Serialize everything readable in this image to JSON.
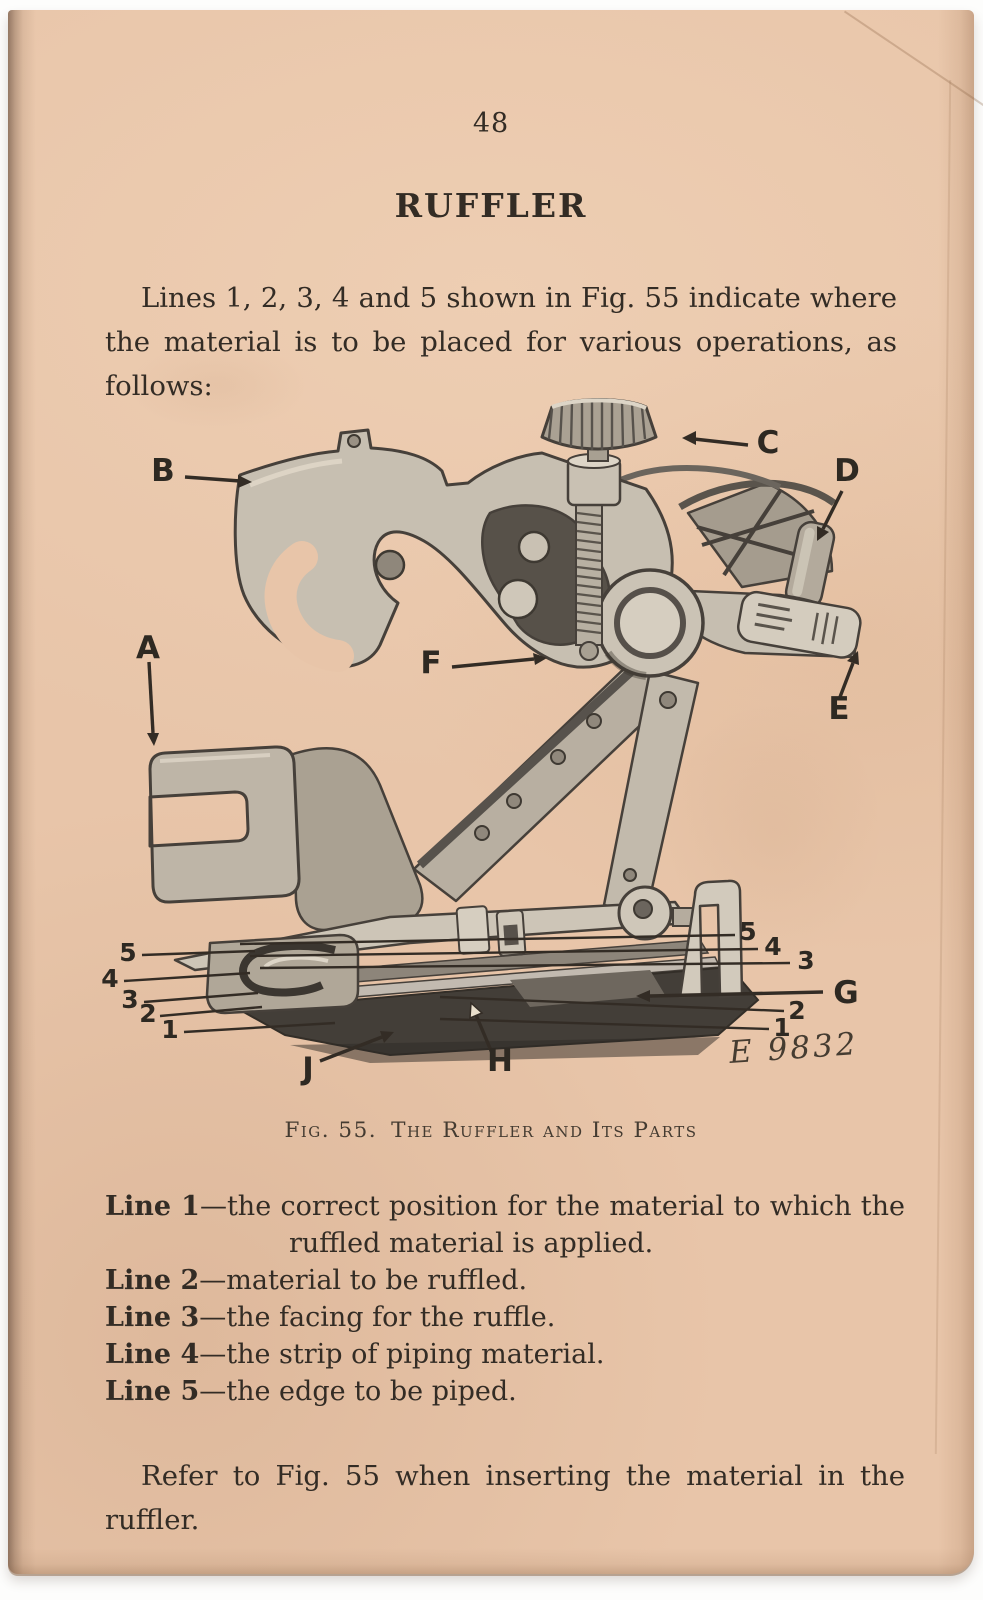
{
  "page": {
    "number": "48",
    "title": "RUFFLER",
    "intro": "Lines 1, 2, 3, 4 and 5 shown in Fig. 55 indicate where the material is to be placed for various operations, as follows:",
    "closing": "Refer to Fig. 55 when inserting the material in the ruffler."
  },
  "figure": {
    "caption_fig": "Fig. 55.",
    "caption_title": "The Ruffler and Its Parts",
    "plate_mark": "E 9832",
    "part_labels": [
      "A",
      "B",
      "C",
      "D",
      "E",
      "F",
      "G",
      "H",
      "J"
    ],
    "slot_numbers_left": [
      "5",
      "4",
      "3",
      "2",
      "1"
    ],
    "slot_numbers_right": [
      "5",
      "4",
      "3",
      "2",
      "1"
    ]
  },
  "definitions": [
    {
      "term": "Line 1",
      "desc": "—the correct position for the material to which the ruffled material is applied."
    },
    {
      "term": "Line 2",
      "desc": "—material to be ruffled."
    },
    {
      "term": "Line 3",
      "desc": "—the facing for the ruffle."
    },
    {
      "term": "Line 4",
      "desc": "—the strip of piping material."
    },
    {
      "term": "Line 5",
      "desc": "—the edge to be piped."
    }
  ]
}
